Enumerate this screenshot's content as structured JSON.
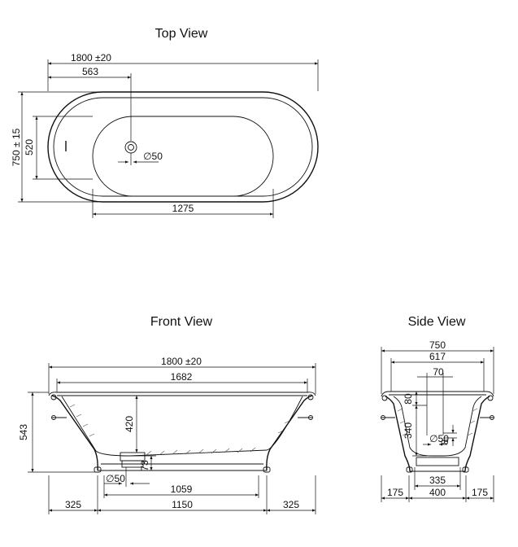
{
  "views": {
    "top": {
      "title": "Top View",
      "dims": {
        "overall_length": "1800 ±20",
        "waste_offset": "563",
        "overall_width": "750 ± 15",
        "inner_width": "520",
        "waste_diameter": "∅50",
        "inner_length": "1275"
      }
    },
    "front": {
      "title": "Front View",
      "dims": {
        "overall_length": "1800 ±20",
        "rim_length": "1682",
        "height": "543",
        "inner_depth": "420",
        "waste_height": "73",
        "waste_diameter": "∅50",
        "base_length": "1059",
        "left_overhang": "325",
        "base_width": "1150",
        "right_overhang": "325"
      }
    },
    "side": {
      "title": "Side View",
      "dims": {
        "overall_width": "750",
        "rim_width": "617",
        "waste_offset": "70",
        "rim_depth": "80",
        "small_dim": "8",
        "inner_depth": "340",
        "waste_diameter": "∅50",
        "base_inner": "335",
        "left_overhang": "175",
        "base_width": "400",
        "right_overhang": "175"
      }
    }
  }
}
